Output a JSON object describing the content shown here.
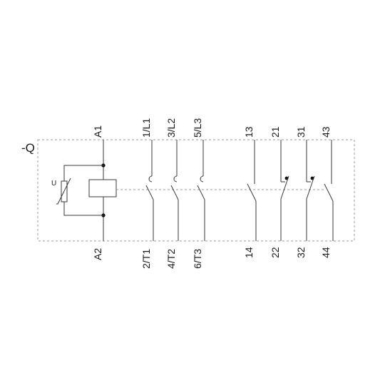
{
  "device": {
    "designation": "-Q"
  },
  "coil": {
    "top_terminal": "A1",
    "bottom_terminal": "A2",
    "varistor_symbol": "U"
  },
  "main_poles": [
    {
      "top": "1/L1",
      "bottom": "2/T1"
    },
    {
      "top": "3/L2",
      "bottom": "4/T2"
    },
    {
      "top": "5/L3",
      "bottom": "6/T3"
    }
  ],
  "aux_contacts": [
    {
      "top": "13",
      "bottom": "14",
      "kind": "NO"
    },
    {
      "top": "21",
      "bottom": "22",
      "kind": "NC"
    },
    {
      "top": "31",
      "bottom": "32",
      "kind": "NC"
    },
    {
      "top": "43",
      "bottom": "44",
      "kind": "NO"
    }
  ],
  "colors": {
    "wire": "#3a3a3a",
    "boundary": "#9a9a9a",
    "text": "#1a1a1a"
  }
}
